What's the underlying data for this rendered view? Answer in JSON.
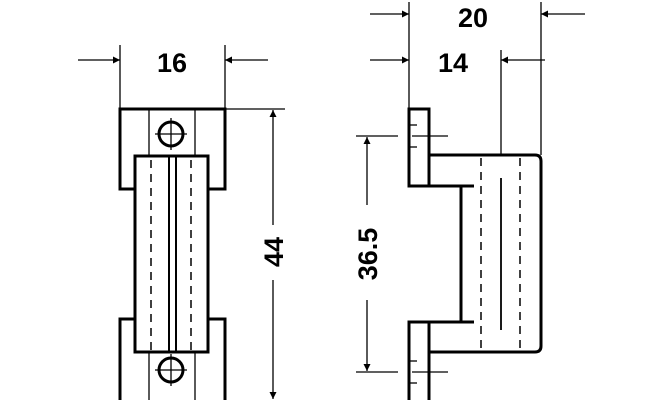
{
  "dimensions": {
    "front_width": "16",
    "front_height": "44",
    "side_total_width": "20",
    "side_body_width": "14",
    "hole_spacing": "36.5"
  },
  "colors": {
    "line": "#000000",
    "background": "#ffffff"
  }
}
